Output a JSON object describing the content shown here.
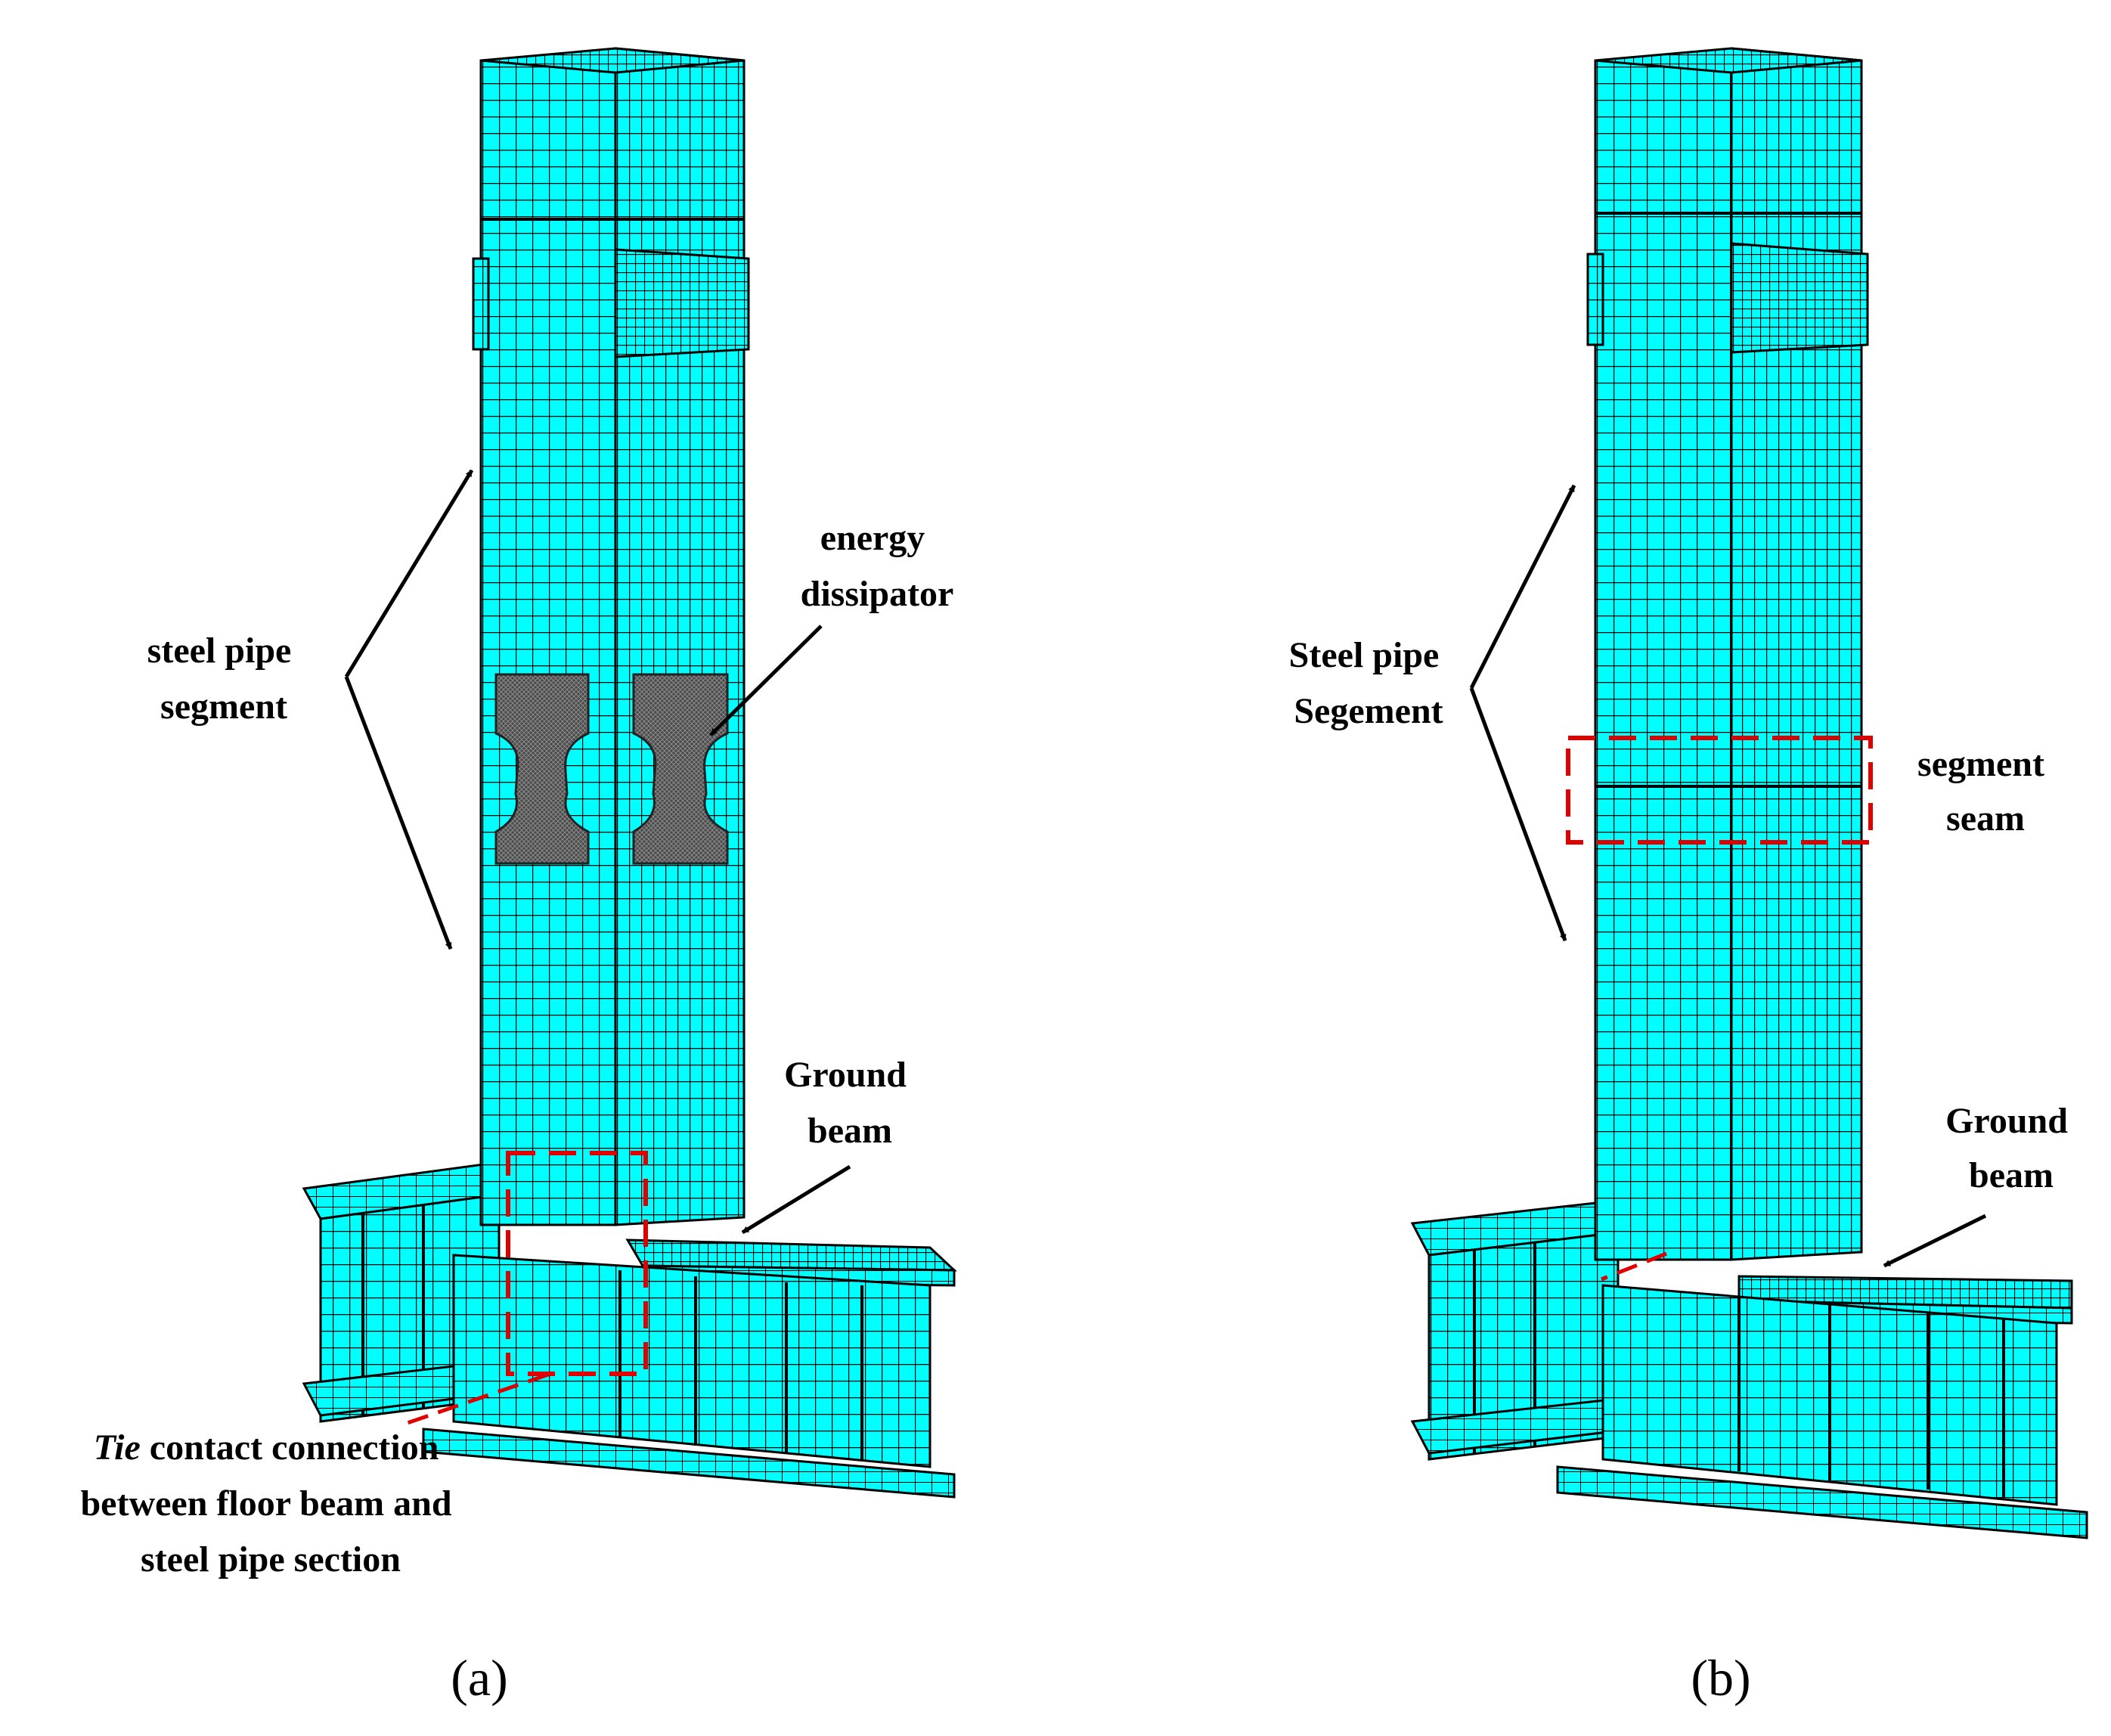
{
  "colors": {
    "mesh_fill": "#00FFFF",
    "mesh_line": "#000000",
    "dissipator": "#555555",
    "highlight_box": "#E00000",
    "arrow": "#000000",
    "text": "#000000"
  },
  "panel_a": {
    "caption": "(a)",
    "steel_pipe_label": [
      "steel pipe",
      "segment"
    ],
    "energy_label": [
      "energy",
      "dissipator"
    ],
    "ground_beam_label": [
      "Ground",
      "beam"
    ],
    "tie_italic": "Tie",
    "tie_rest": " contact connection",
    "tie_line2": "between floor beam and",
    "tie_line3": "steel pipe section"
  },
  "panel_b": {
    "caption": "(b)",
    "steel_pipe_label": [
      "Steel pipe",
      "Segement"
    ],
    "seam_label": [
      "segment",
      "seam"
    ],
    "ground_beam_label": [
      "Ground",
      "beam"
    ]
  }
}
